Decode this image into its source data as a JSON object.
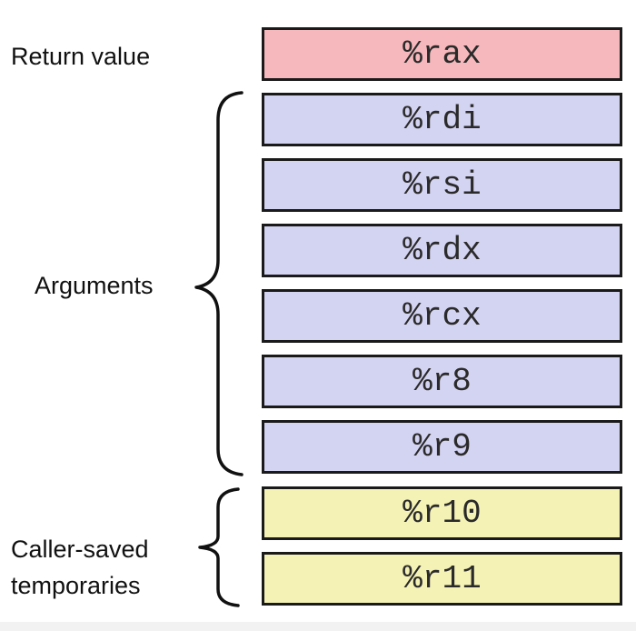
{
  "labels": {
    "return_value": "Return value",
    "arguments": "Arguments",
    "caller_saved_line1": "Caller-saved",
    "caller_saved_line2": "temporaries"
  },
  "registers": {
    "return": [
      "%rax"
    ],
    "arguments": [
      "%rdi",
      "%rsi",
      "%rdx",
      "%rcx",
      "%r8",
      "%r9"
    ],
    "caller_saved": [
      "%r10",
      "%r11"
    ]
  },
  "colors": {
    "return": "#f6b8bc",
    "arguments": "#d3d3f2",
    "caller_saved": "#f5f2b6",
    "border": "#1a1a1a"
  }
}
